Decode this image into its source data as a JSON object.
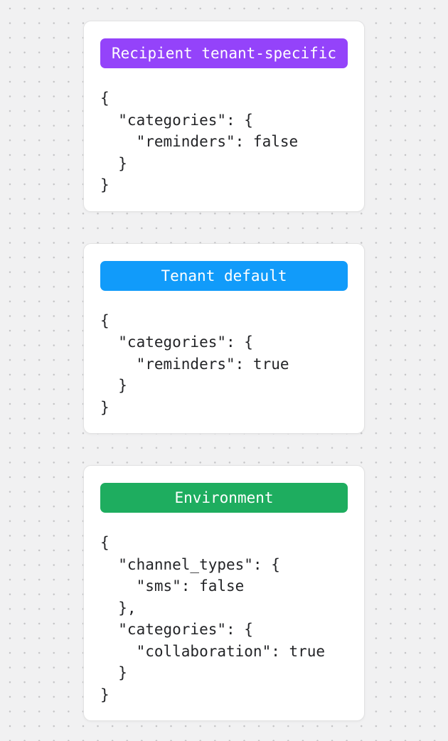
{
  "canvas": {
    "background_color": "#f1f1f2",
    "dot_color": "#c2c2c4"
  },
  "cards": [
    {
      "badge": {
        "label": "Recipient tenant-specific",
        "color": "#9443fa",
        "text_color": "#ffffff"
      },
      "code": "{\n  \"categories\": {\n    \"reminders\": false\n  }\n}"
    },
    {
      "badge": {
        "label": "Tenant default",
        "color": "#119bfa",
        "text_color": "#ffffff"
      },
      "code": "{\n  \"categories\": {\n    \"reminders\": true\n  }\n}"
    },
    {
      "badge": {
        "label": "Environment",
        "color": "#1ead5f",
        "text_color": "#ffffff"
      },
      "code": "{\n  \"channel_types\": {\n    \"sms\": false\n  },\n  \"categories\": {\n    \"collaboration\": true\n  }\n}"
    }
  ]
}
